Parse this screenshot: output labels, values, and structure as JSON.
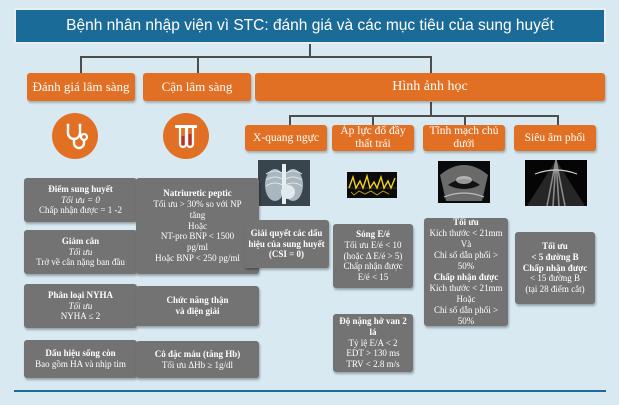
{
  "title": "Bệnh nhân nhập viện vì STC: đánh giá và các mục tiêu của sung huyết",
  "headers": {
    "clinical": "Đánh giá lâm sàng",
    "lab": "Cận lâm sàng",
    "imaging": "Hình ảnh học",
    "xray": "X-quang ngực",
    "filling": "Áp lực đổ đầy thất trái",
    "vein": "Tĩnh mạch chủ dưới",
    "lung_us": "Siêu âm phổi"
  },
  "clinical": [
    {
      "t": "Điểm sung huyết",
      "l1": "Tối ưu = 0",
      "l2": "Chấp nhận được = 1 -2"
    },
    {
      "t": "Giảm cân",
      "l1": "Tối ưu",
      "l2": "Trở về cân nặng ban đầu"
    },
    {
      "t": "Phân loại NYHA",
      "l1": "Tối ưu",
      "l2": "NYHA ≤ 2"
    },
    {
      "t": "Dấu hiệu sống còn",
      "l1": "Bao gồm HA và nhịp tim"
    }
  ],
  "lab": {
    "np": {
      "t": "Natriuretic peptic",
      "lines": [
        "Tối ưu > 30% so với NP",
        "tăng",
        "Hoặc",
        "NT-pro BNP < 1500",
        "pg/ml",
        "Hoặc BNP < 250 pg/ml"
      ]
    },
    "renal": {
      "t1": "Chức năng thận",
      "t2": "và điện giải"
    },
    "hb": {
      "t": "Cô đặc máu (tăng Hb)",
      "l1": "Tối ưu ΔHb ≥ 1g/dl"
    }
  },
  "xray_box": {
    "lines": [
      "Giải quyết các dấu",
      "hiệu của sung huyết",
      "(CSI = 0)"
    ]
  },
  "filling_box1": {
    "t": "Sóng E/é",
    "lines": [
      "Tối ưu E/é < 10",
      "(hoặc Δ E/é > 5)",
      "Chấp nhận được",
      "E/é < 15"
    ]
  },
  "filling_box2": {
    "t": "Độ nặng hở van 2 lá",
    "lines": [
      "Tỷ lệ E/A < 2",
      "EDT > 130 ms",
      "TRV < 2.8 m/s"
    ]
  },
  "vein_box": {
    "t1": "Tối ưu",
    "l1": [
      "Kích thước < 21mm",
      "Và",
      "Chỉ số dẫn phổi >",
      "50%"
    ],
    "t2": "Chấp nhận được",
    "l2": [
      "Kích thước < 21mm",
      "Hoặc",
      "Chỉ số dẫn phổi >",
      "50%"
    ]
  },
  "lung_box": {
    "t1": "Tối ưu",
    "l1": "< 5 đường B",
    "t2": "Chấp nhận được",
    "l2": [
      "< 15 đường B",
      "(tại 28 điểm cắt)"
    ]
  },
  "colors": {
    "title_bg": "#1b6b98",
    "header": "#e27024",
    "box": "#737373",
    "bg": "#d8e9f2"
  },
  "icons": [
    "stethoscope-icon",
    "test-tubes-icon",
    "chest-xray-image",
    "doppler-image",
    "ivc-ultrasound-image",
    "lung-ultrasound-image"
  ]
}
